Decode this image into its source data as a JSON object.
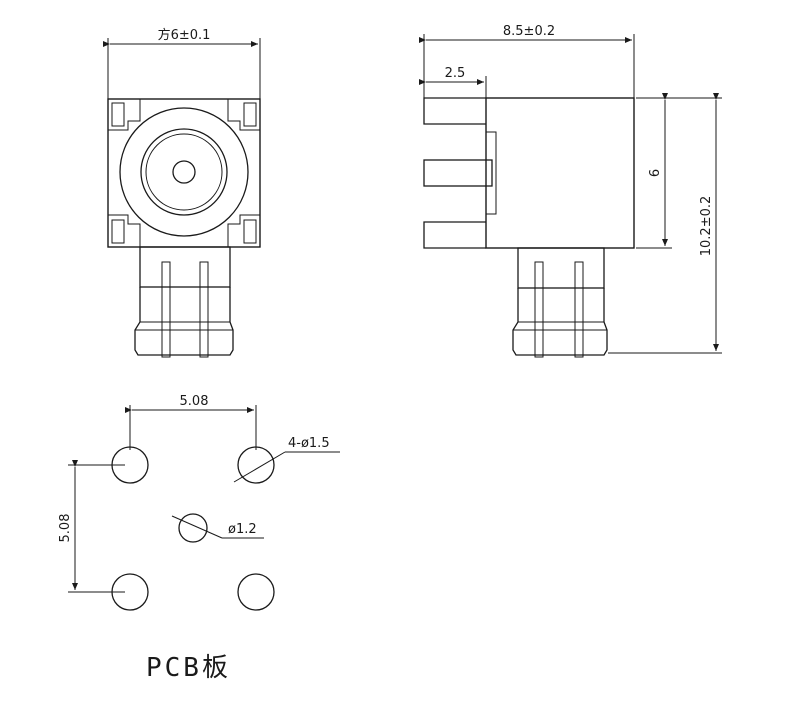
{
  "front_view": {
    "width_dim": "方6±0.1"
  },
  "side_view": {
    "length_dim": "8.5±0.2",
    "pin_dim": "2.5",
    "body_height_dim": "6",
    "total_height_dim": "10.2±0.2"
  },
  "pcb_layout": {
    "h_spacing": "5.08",
    "v_spacing": "5.08",
    "outer_hole_dim": "4-ø1.5",
    "center_hole_dim": "ø1.2",
    "caption": "PCB板"
  }
}
